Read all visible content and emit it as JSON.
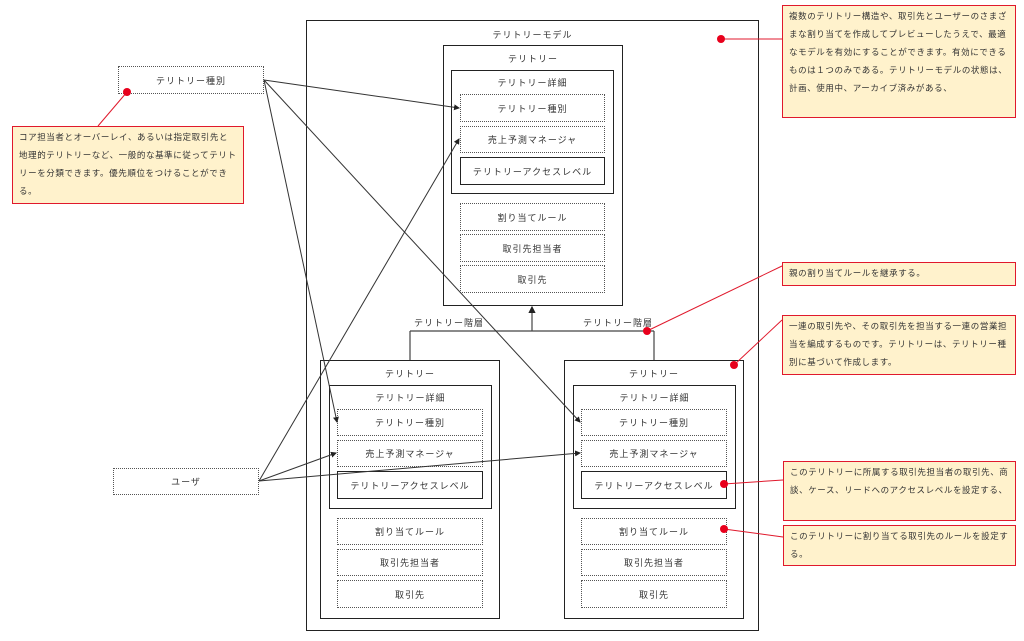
{
  "model": {
    "title": "テリトリーモデル",
    "top_territory": {
      "title": "テリトリー",
      "detail": {
        "title": "テリトリー詳細",
        "items": [
          "テリトリー種別",
          "売上予測マネージャ",
          "テリトリーアクセスレベル"
        ]
      },
      "items": [
        "割り当てルール",
        "取引先担当者",
        "取引先"
      ]
    },
    "hierarchy_labels": [
      "テリトリー階層",
      "テリトリー階層"
    ],
    "left_territory": {
      "title": "テリトリー",
      "detail": {
        "title": "テリトリー詳細",
        "items": [
          "テリトリー種別",
          "売上予測マネージャ",
          "テリトリーアクセスレベル"
        ]
      },
      "items": [
        "割り当てルール",
        "取引先担当者",
        "取引先"
      ]
    },
    "right_territory": {
      "title": "テリトリー",
      "detail": {
        "title": "テリトリー詳細",
        "items": [
          "テリトリー種別",
          "売上予測マネージャ",
          "テリトリーアクセスレベル"
        ]
      },
      "items": [
        "割り当てルール",
        "取引先担当者",
        "取引先"
      ]
    }
  },
  "external": {
    "territory_type": "テリトリー種別",
    "user": "ユーザ"
  },
  "notes": {
    "model": "複数のテリトリー構造や、取引先とユーザーのさまざまな割り当てを作成してプレビューしたうえで、最適なモデルを有効にすることができます。有効にできるものは１つのみである。テリトリーモデルの状態は、計画、使用中、アーカイブ済みがある、",
    "territory_type": "コア担当者とオーバーレイ、あるいは指定取引先と地理的テリトリーなど、一般的な基準に従ってテリトリーを分類できます。優先順位をつけることができる。",
    "hierarchy": "親の割り当てルールを継承する。",
    "territory": "一連の取引先や、その取引先を担当する一連の営業担当を編成するものです。テリトリーは、テリトリー種別に基づいて作成します。",
    "access_level": "このテリトリーに所属する取引先担当者の取引先、商談、ケース、リードへのアクセスレベルを設定する、",
    "assignment_rule": "このテリトリーに割り当てる取引先のルールを設定する。"
  },
  "colors": {
    "note_fill": "#fff2cc",
    "note_border": "#e0192c",
    "callout": "#e0192c",
    "line": "#222222"
  }
}
